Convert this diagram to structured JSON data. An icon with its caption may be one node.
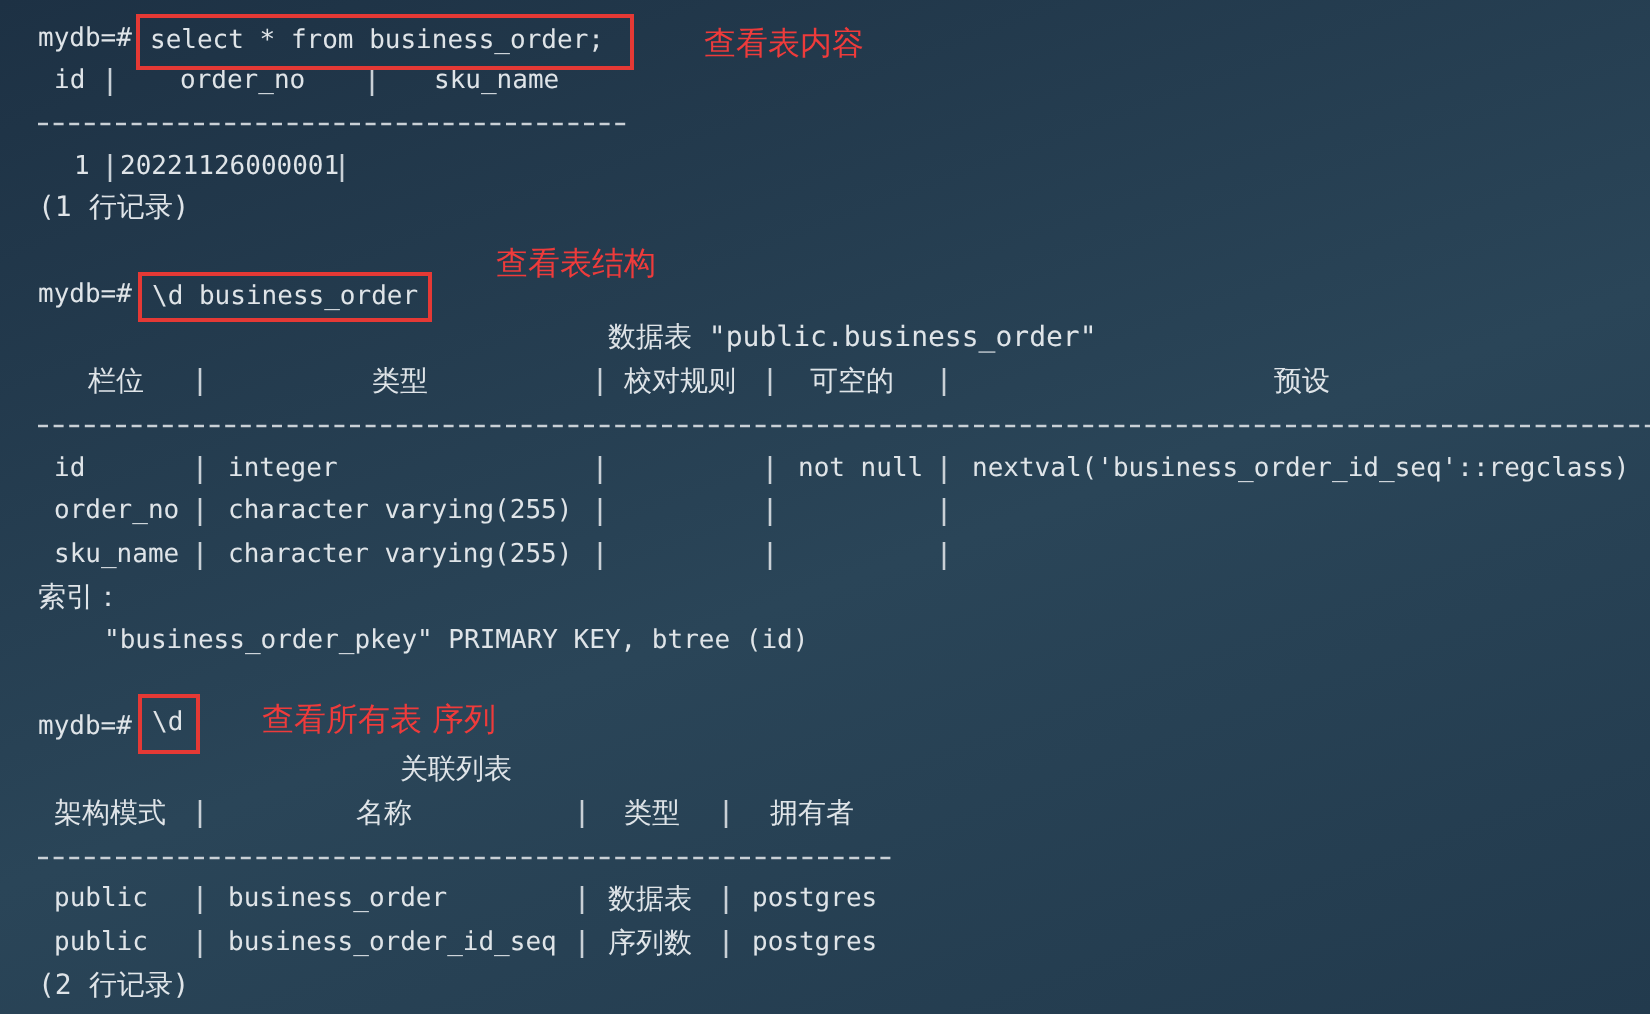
{
  "diagram": {
    "nodes": [
      {
        "text": [
          "select * from business_order;"
        ],
        "beside": [
          "查看表内容"
        ]
      },
      {
        "text": [
          "\\d business_order"
        ],
        "beside": [
          "查看表结构"
        ]
      },
      {
        "text": [
          "\\d"
        ],
        "beside": [
          "查看所有表 序列"
        ]
      }
    ],
    "labels": [
      "mydb=#",
      "id",
      "order_no",
      "sku_name",
      "1",
      "20221126000001",
      "(1 行记录)",
      "mydb=#",
      "数据表 \"public.business_order\"",
      "栏位",
      "类型",
      "校对规则",
      "可空的",
      "预设",
      "id",
      "integer",
      "not null",
      "nextval('business_order_id_seq'::regclass)",
      "order_no",
      "character varying(255)",
      "sku_name",
      "character varying(255)",
      "索引：",
      "\"business_order_pkey\" PRIMARY KEY, btree (id)",
      "mydb=#",
      "关联列表",
      "架构模式",
      "名称",
      "类型",
      "拥有者",
      "public",
      "business_order",
      "数据表",
      "postgres",
      "public",
      "business_order_id_seq",
      "序列数",
      "postgres",
      "(2 行记录)"
    ]
  }
}
